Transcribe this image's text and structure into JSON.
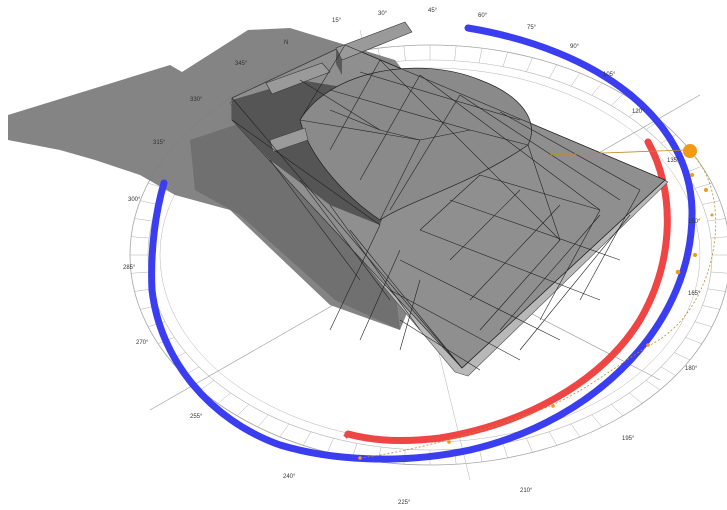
{
  "compass": {
    "north_label": "N",
    "bearings": [
      "15°",
      "30°",
      "45°",
      "60°",
      "75°",
      "90°",
      "105°",
      "120°",
      "135°",
      "150°",
      "165°",
      "180°",
      "195°",
      "210°",
      "225°",
      "240°",
      "255°",
      "270°",
      "285°",
      "300°",
      "315°",
      "330°",
      "345°"
    ]
  },
  "colors": {
    "background": "#ffffff",
    "shadow": "#7d7d7d",
    "roof_light": "#8e8e8e",
    "roof_dark": "#545454",
    "wall": "#b3b3b3",
    "sun_path_blue": "#3b3df0",
    "sun_path_red": "#f04545",
    "sun_marker": "#f29a13",
    "ray": "#c08a2a",
    "ring": "#9a9a9a"
  },
  "sun": {
    "marker": "sun-icon"
  }
}
